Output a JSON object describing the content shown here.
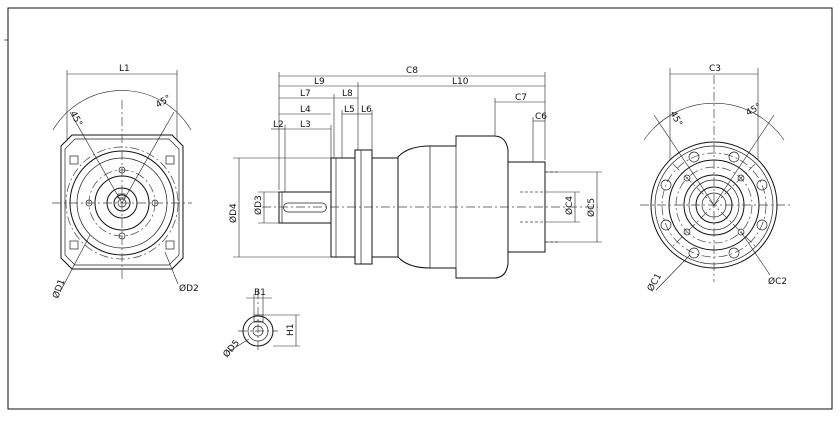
{
  "labels": {
    "L1": "L1",
    "L2": "L2",
    "L3": "L3",
    "L4": "L4",
    "L5": "L5",
    "L6": "L6",
    "L7": "L7",
    "L8": "L8",
    "L9": "L9",
    "L10": "L10",
    "C1": "ØC1",
    "C2": "ØC2",
    "C3": "C3",
    "C4": "ØC4",
    "C5": "ØC5",
    "C6": "C6",
    "C7": "C7",
    "C8": "C8",
    "D1": "ØD1",
    "D2": "ØD2",
    "D3": "ØD3",
    "D4": "ØD4",
    "D5": "ØD5",
    "B1": "B1",
    "H1": "H1",
    "angle_front_left": "45°",
    "angle_front_right": "45°",
    "angle_rear_left": "45°",
    "angle_rear_right": "45°"
  }
}
